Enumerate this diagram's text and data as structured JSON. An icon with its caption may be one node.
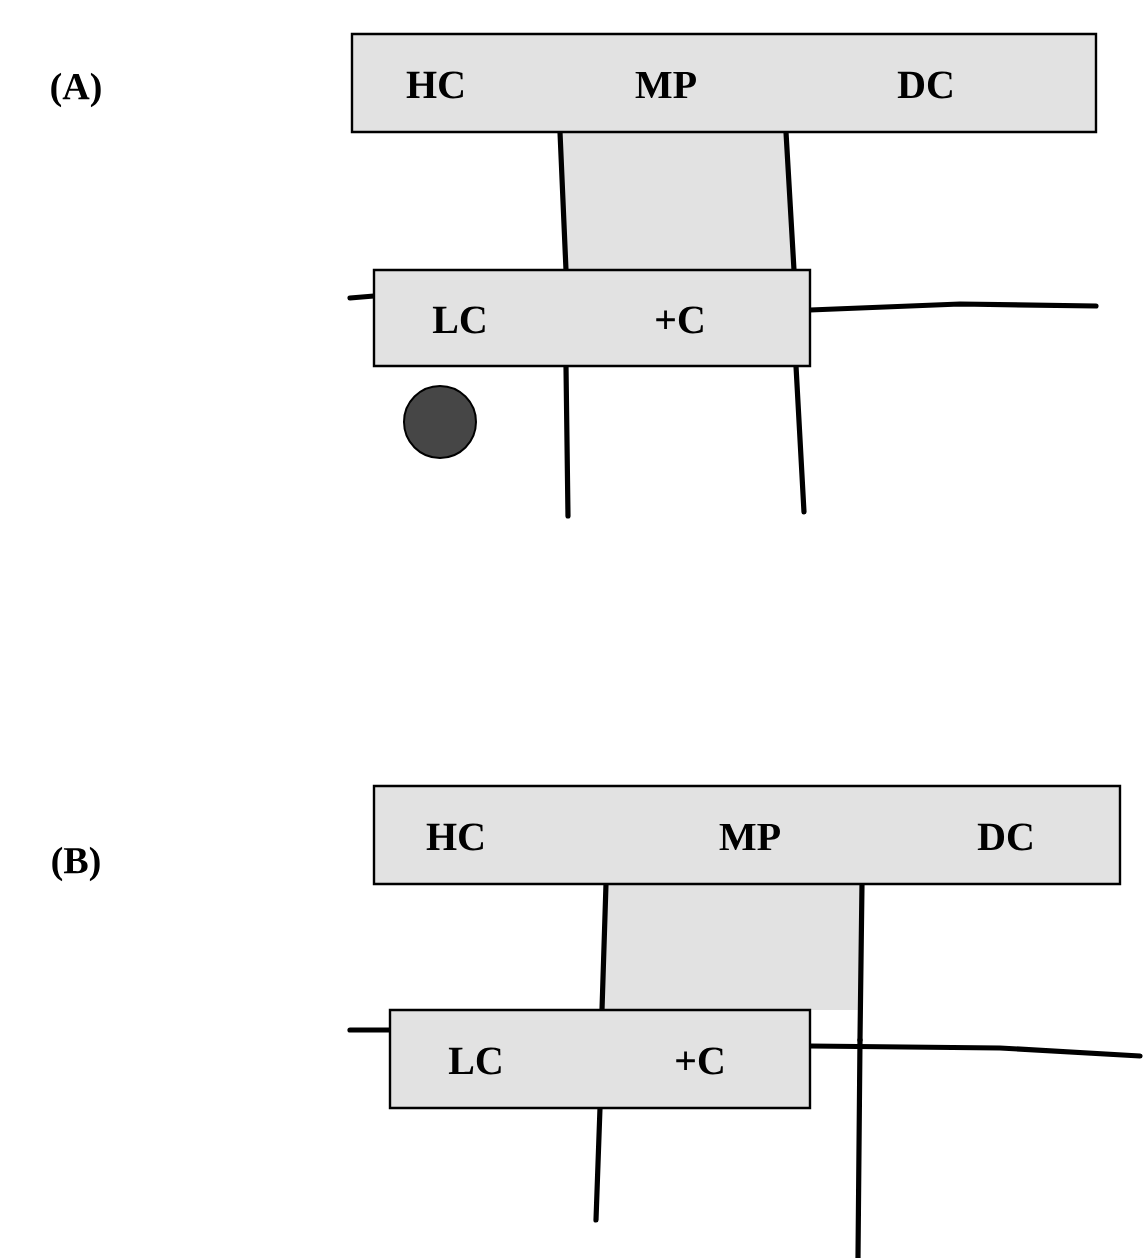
{
  "diagram": {
    "nodes": [
      {
        "text": [
          "HC",
          "MP",
          "DC"
        ]
      },
      {
        "text": [
          "LC",
          "+C"
        ]
      },
      {
        "text": [
          "HC",
          "MP",
          "DC"
        ]
      },
      {
        "text": [
          "LC",
          "+C"
        ]
      }
    ],
    "labels": [
      "(A)",
      "(B)"
    ]
  }
}
